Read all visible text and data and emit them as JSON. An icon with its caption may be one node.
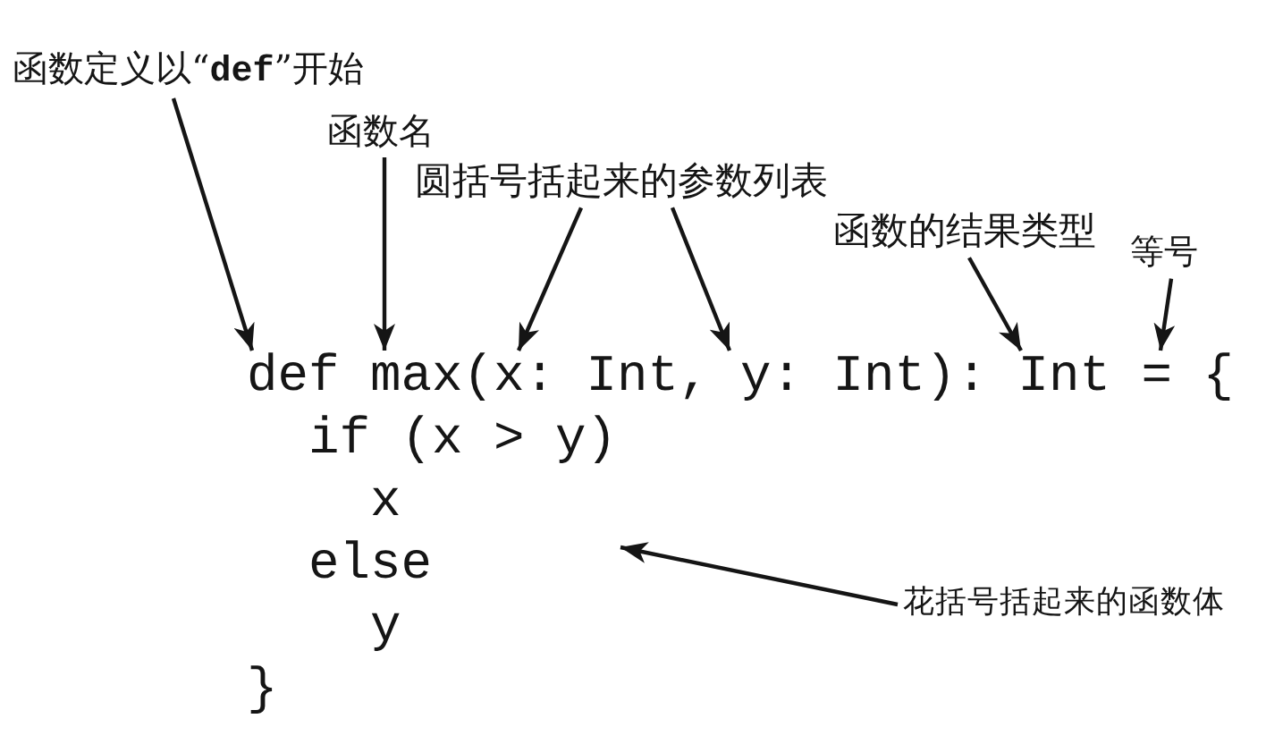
{
  "diagram": {
    "nodes": [
      {
        "text": [
          "函数定义以“**def**”开始"
        ]
      },
      {
        "text": [
          "函数名"
        ]
      },
      {
        "text": [
          "圆括号括起来的参数列表"
        ]
      },
      {
        "text": [
          "函数的结果类型"
        ]
      },
      {
        "text": [
          "等号"
        ]
      },
      {
        "text": [
          "花括号括起来的函数体"
        ]
      },
      {
        "text": [
          "def"
        ]
      },
      {
        "text": [
          "max"
        ]
      },
      {
        "text": [
          "(x: Int, y: Int)"
        ]
      },
      {
        "text": [
          "Int"
        ]
      },
      {
        "text": [
          "="
        ]
      },
      {
        "text": [
          "if (x > y)",
          "x",
          "else",
          "y"
        ]
      }
    ],
    "edges": [
      {
        "from": 0,
        "to": 6,
        "arrow": "to"
      },
      {
        "from": 1,
        "to": 7,
        "arrow": "to"
      },
      {
        "from": 2,
        "to": 8,
        "arrow": "to"
      },
      {
        "from": 2,
        "to": 8,
        "arrow": "to"
      },
      {
        "from": 3,
        "to": 9,
        "arrow": "to"
      },
      {
        "from": 4,
        "to": 10,
        "arrow": "to"
      },
      {
        "from": 5,
        "to": 11,
        "arrow": "to"
      }
    ],
    "labels": [
      ":",
      "{",
      "}"
    ]
  }
}
